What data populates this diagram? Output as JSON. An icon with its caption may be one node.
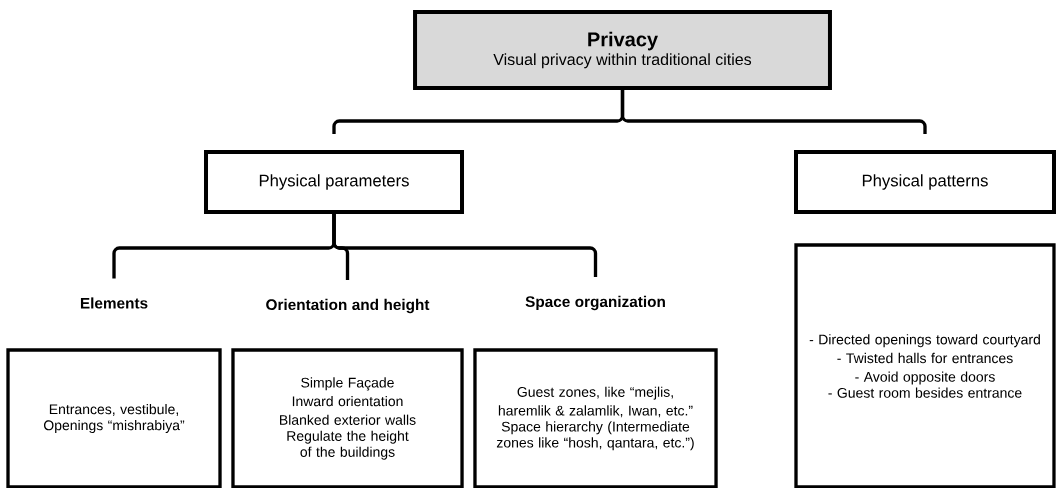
{
  "diagram": {
    "nodes": [
      {
        "text": [
          "Privacy",
          "Visual privacy within traditional cities"
        ]
      },
      {
        "text": [
          "Physical parameters"
        ]
      },
      {
        "text": [
          "Physical patterns"
        ]
      },
      {
        "text": [
          "Elements",
          "Entrances, vestibule, Openings “mishrabiya”"
        ]
      },
      {
        "text": [
          "Orientation and height",
          "Simple Façade",
          "Inward orientation",
          "Blanked exterior walls",
          "Regulate the height of the buildings"
        ]
      },
      {
        "text": [
          "Space organization",
          "Guest zones, like “mejlis, haremlik & zalamlik, Iwan, etc.”",
          "Space hierarchy (Intermediate zones like “hosh, qantara, etc.”)"
        ]
      },
      {
        "text": [
          "- Directed openings toward courtyard",
          "- Twisted halls for entrances",
          "- Avoid opposite doors",
          "- Guest room besides entrance"
        ]
      }
    ],
    "edges": [
      {
        "from": 0,
        "to": 1,
        "arrow": "none"
      },
      {
        "from": 0,
        "to": 2,
        "arrow": "none"
      },
      {
        "from": 1,
        "to": 3,
        "arrow": "none"
      },
      {
        "from": 1,
        "to": 4,
        "arrow": "none"
      },
      {
        "from": 1,
        "to": 5,
        "arrow": "none"
      }
    ]
  }
}
